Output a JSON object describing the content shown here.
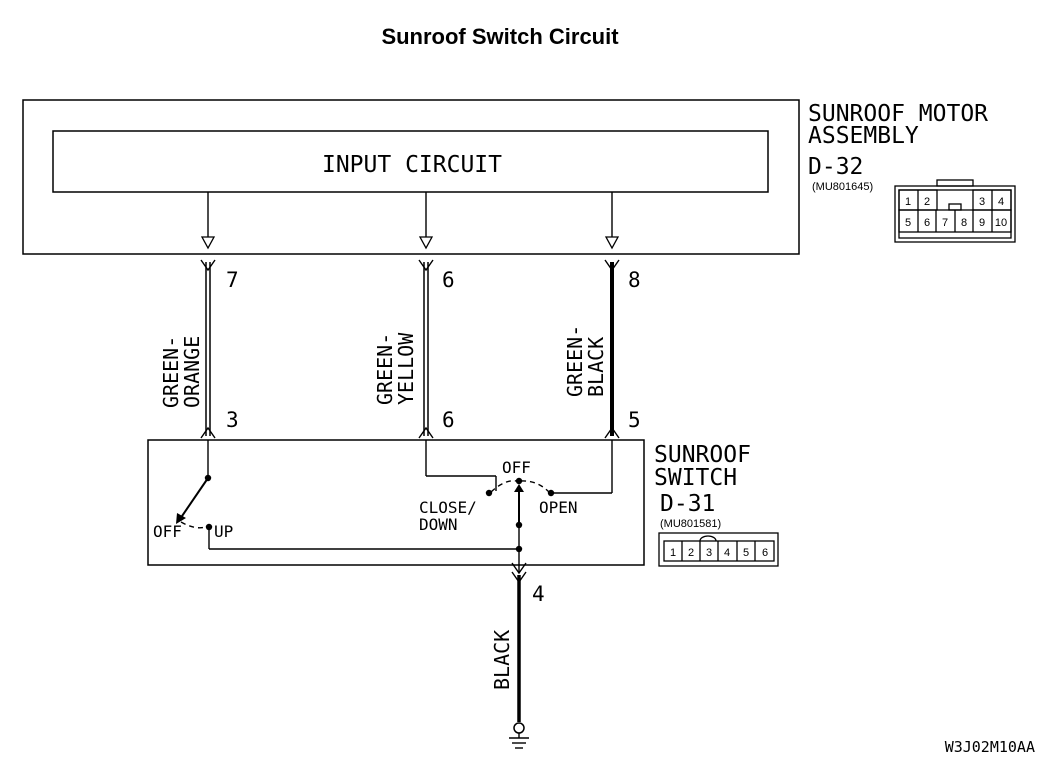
{
  "title": "Sunroof Switch Circuit",
  "motor_assembly": {
    "name_line1": "SUNROOF MOTOR",
    "name_line2": "ASSEMBLY",
    "connector_id": "D-32",
    "part_number": "(MU801645)",
    "input_circuit_label": "INPUT CIRCUIT",
    "connector_pins": [
      "1",
      "2",
      "3",
      "4",
      "5",
      "6",
      "7",
      "8",
      "9",
      "10"
    ]
  },
  "switch": {
    "name_line1": "SUNROOF",
    "name_line2": "SWITCH",
    "connector_id": "D-31",
    "part_number": "(MU801581)",
    "connector_pins": [
      "1",
      "2",
      "3",
      "4",
      "5",
      "6"
    ],
    "left_positions": {
      "off": "OFF",
      "up": "UP"
    },
    "right_positions": {
      "off": "OFF",
      "close_down_line1": "CLOSE/",
      "close_down_line2": "DOWN",
      "open": "OPEN"
    }
  },
  "wires": [
    {
      "top_pin": "7",
      "bottom_pin": "3",
      "color_line1": "GREEN-",
      "color_line2": "ORANGE"
    },
    {
      "top_pin": "6",
      "bottom_pin": "6",
      "color_line1": "GREEN-",
      "color_line2": "YELLOW"
    },
    {
      "top_pin": "8",
      "bottom_pin": "5",
      "color_line1": "GREEN-",
      "color_line2": "BLACK"
    }
  ],
  "ground_wire": {
    "pin": "4",
    "color": "BLACK"
  },
  "figure_code": "W3J02M10AA"
}
